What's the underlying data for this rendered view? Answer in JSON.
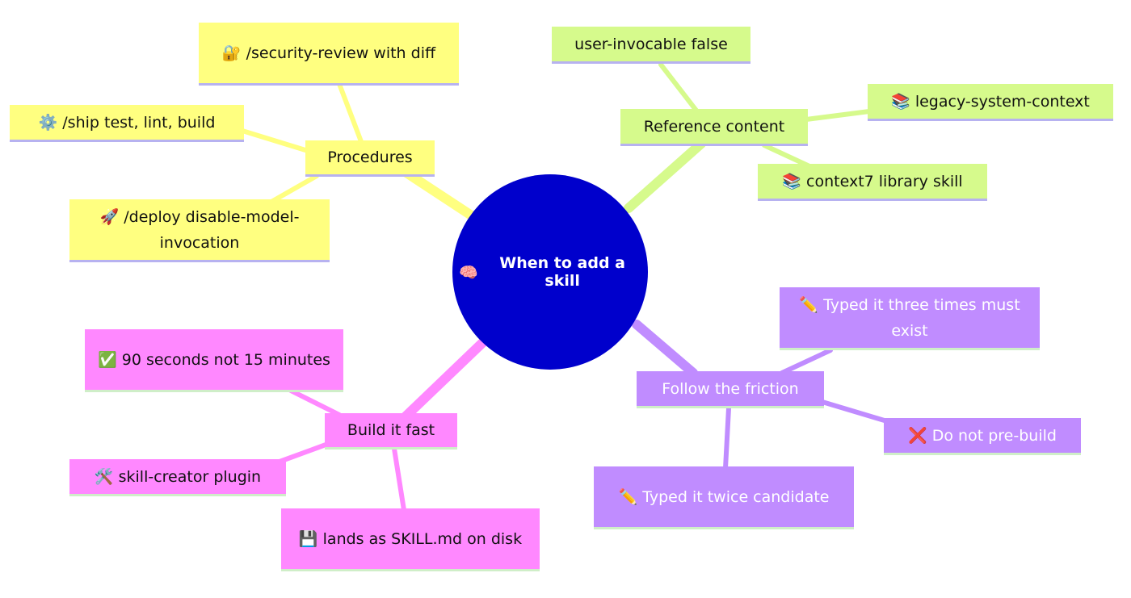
{
  "center": {
    "icon": "🧠",
    "label": "When to add a skill",
    "color": "#0000cc"
  },
  "branches": [
    {
      "key": "procedures",
      "label": "Procedures",
      "color": "#ffff80",
      "leaves": [
        {
          "key": "security-review",
          "icon": "🔐",
          "label": "/security-review with diff"
        },
        {
          "key": "ship",
          "icon": "⚙️",
          "label": "/ship test, lint, build"
        },
        {
          "key": "deploy",
          "icon": "🚀",
          "label": "/deploy disable-model-invocation"
        }
      ]
    },
    {
      "key": "reference",
      "label": "Reference content",
      "color": "#d6fa8c",
      "leaves": [
        {
          "key": "user-invocable",
          "icon": "",
          "label": "user-invocable false"
        },
        {
          "key": "legacy",
          "icon": "📚",
          "label": "legacy-system-context"
        },
        {
          "key": "context7",
          "icon": "📚",
          "label": "context7 library skill"
        }
      ]
    },
    {
      "key": "build",
      "label": "Build it fast",
      "color": "#ff88ff",
      "leaves": [
        {
          "key": "ninety",
          "icon": "✅",
          "label": "90 seconds not 15 minutes"
        },
        {
          "key": "creator",
          "icon": "🛠️",
          "label": "skill-creator plugin"
        },
        {
          "key": "lands",
          "icon": "💾",
          "label": "lands as SKILL.md on disk"
        }
      ]
    },
    {
      "key": "friction",
      "label": "Follow the friction",
      "color": "#c08cff",
      "leaves": [
        {
          "key": "three",
          "icon": "✏️",
          "label": "Typed it three times must exist"
        },
        {
          "key": "prebuild",
          "icon": "❌",
          "label": "Do not pre-build"
        },
        {
          "key": "twice",
          "icon": "✏️",
          "label": "Typed it twice candidate"
        }
      ]
    }
  ]
}
